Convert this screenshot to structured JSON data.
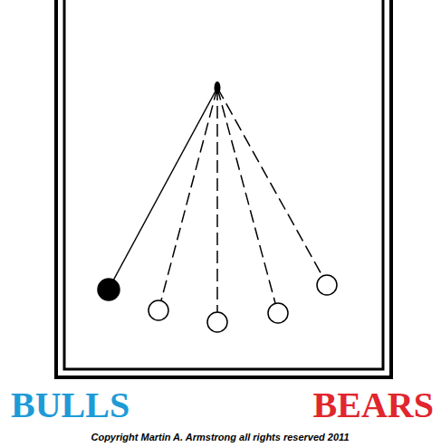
{
  "diagram": {
    "labels": [
      "BULLS",
      "BEARS",
      "Copyright Martin A. Armstrong all rights reserved 2011"
    ]
  }
}
